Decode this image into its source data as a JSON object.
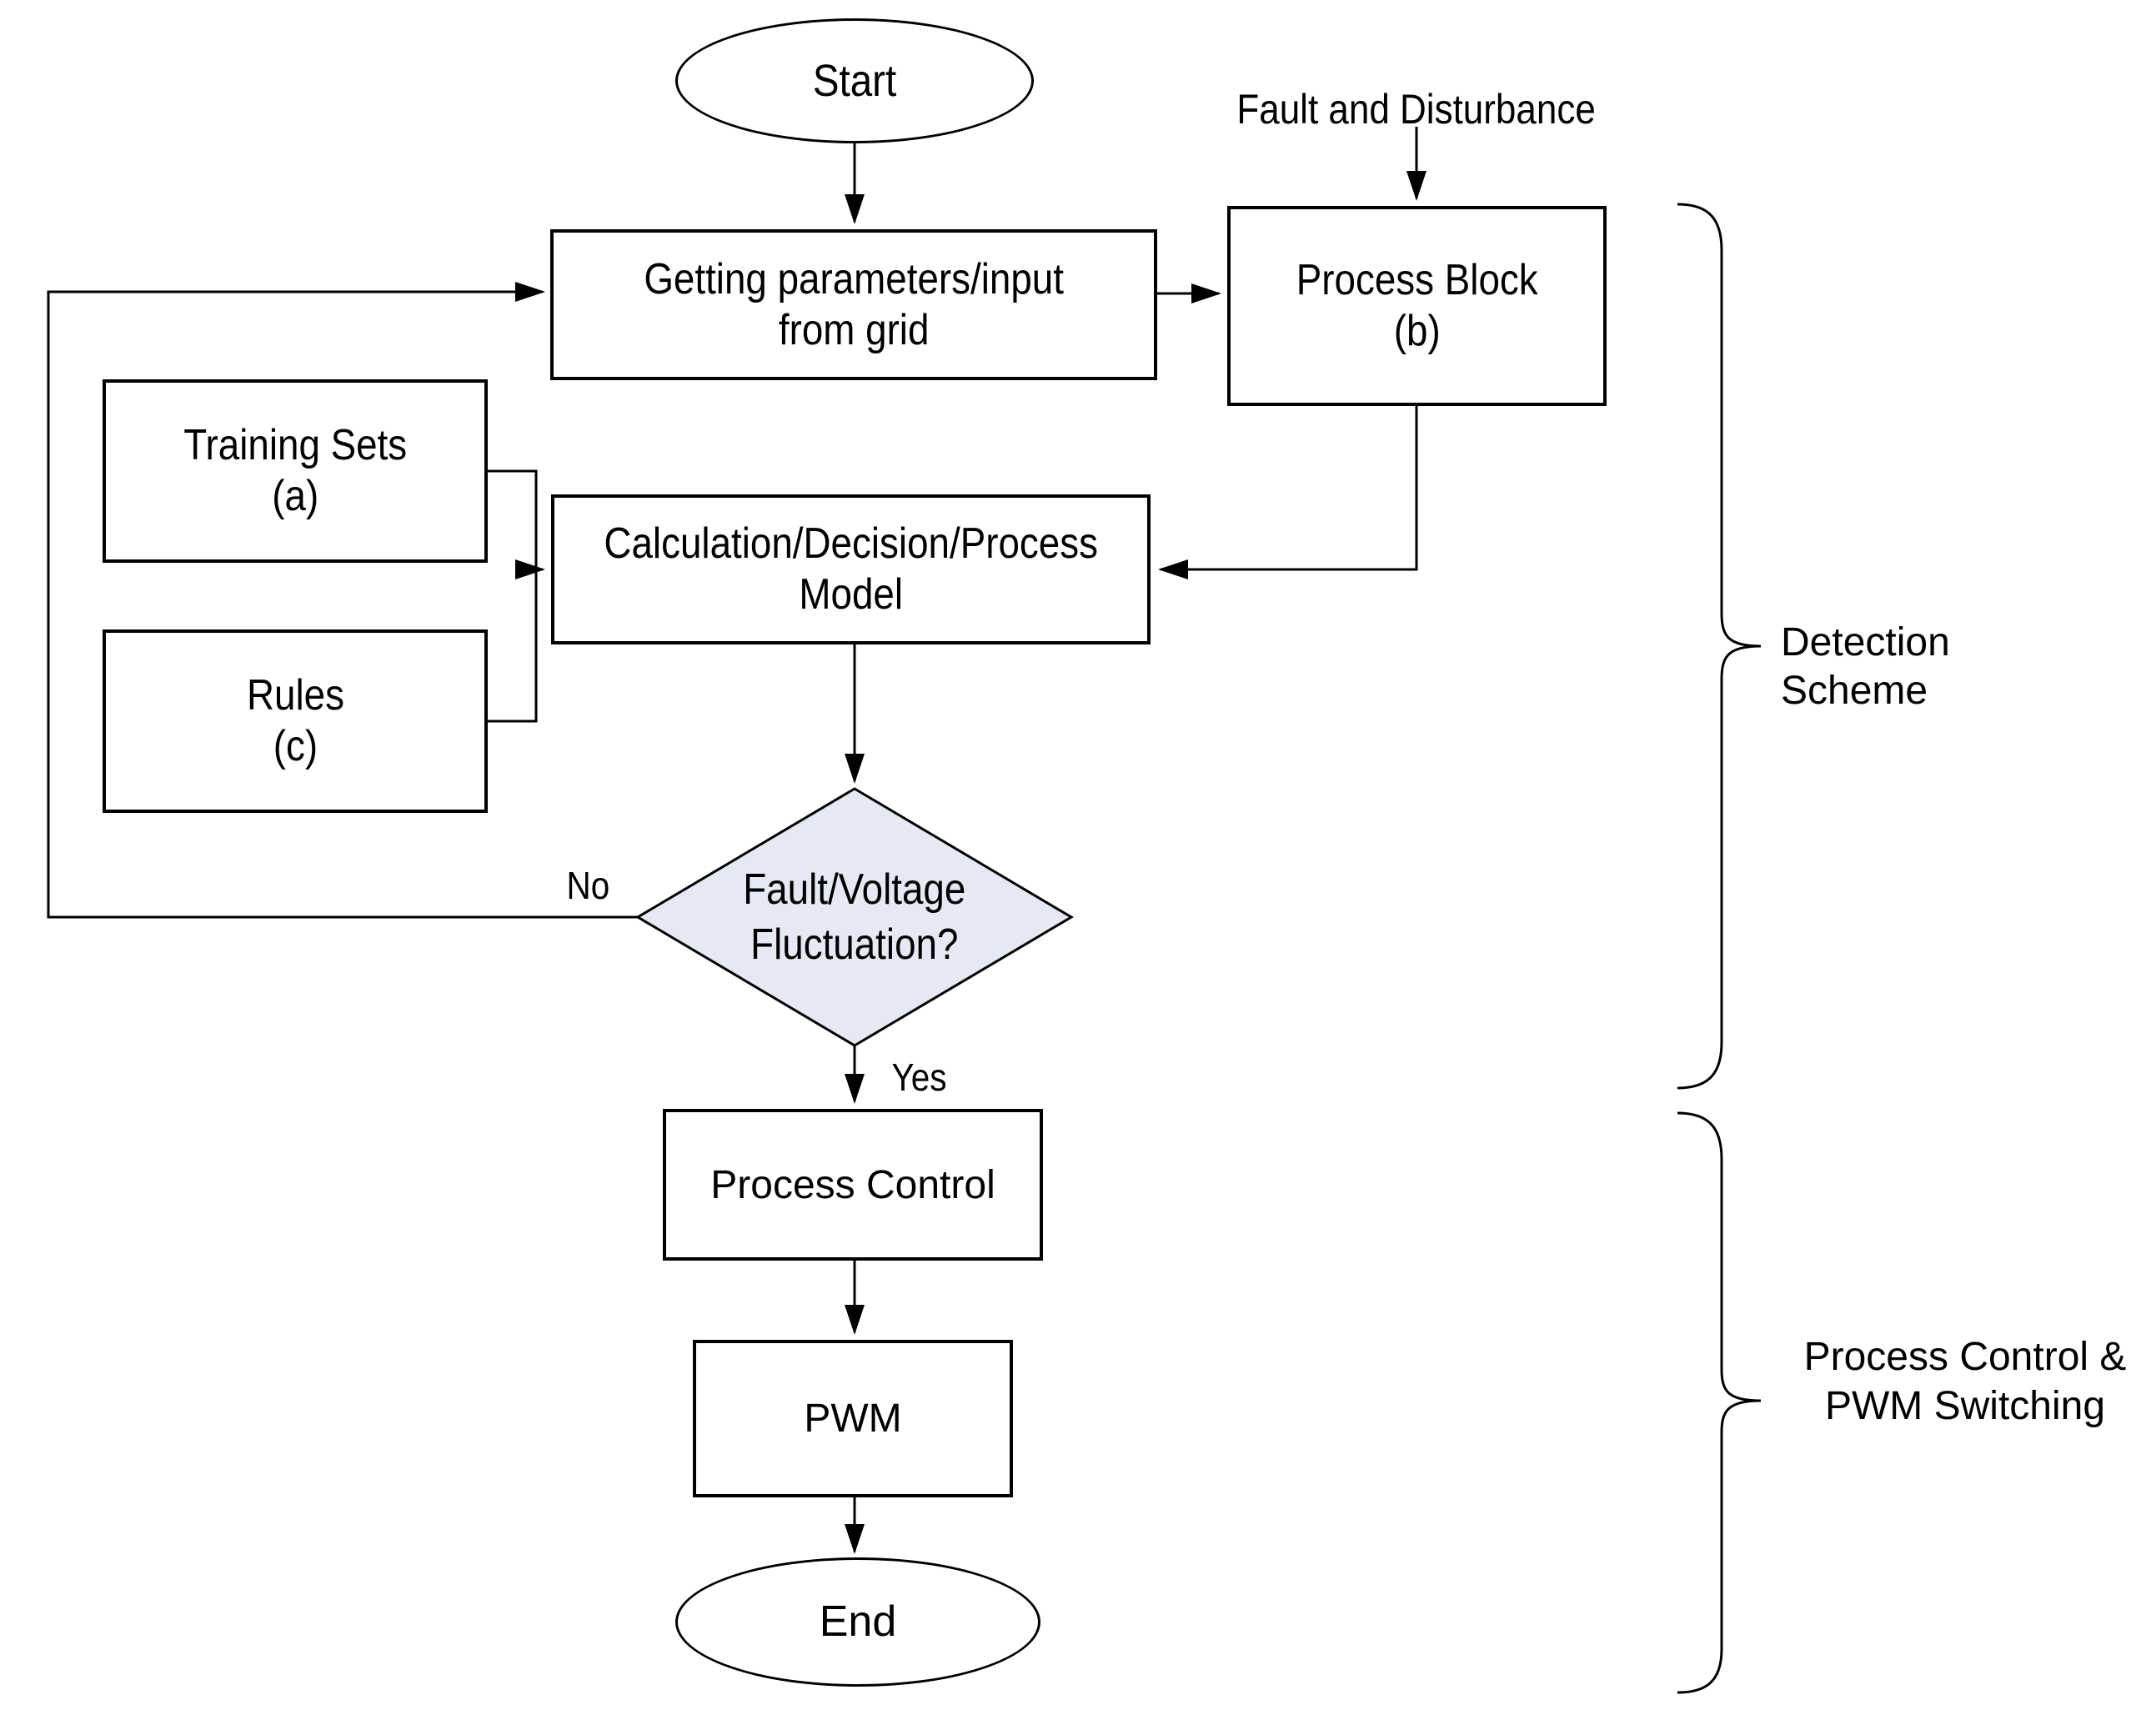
{
  "nodes": {
    "start": {
      "label": "Start"
    },
    "getting": {
      "line1": "Getting parameters/input",
      "line2": "from grid"
    },
    "fault_note": {
      "label": "Fault and Disturbance"
    },
    "process_block": {
      "line1": "Process Block",
      "line2": "(b)"
    },
    "training": {
      "line1": "Training Sets",
      "line2": "(a)"
    },
    "rules": {
      "line1": "Rules",
      "line2": "(c)"
    },
    "calc": {
      "line1": "Calculation/Decision/Process",
      "line2": "Model"
    },
    "decision": {
      "line1": "Fault/Voltage",
      "line2": "Fluctuation?"
    },
    "process_control": {
      "label": "Process Control"
    },
    "pwm": {
      "label": "PWM"
    },
    "end": {
      "label": "End"
    }
  },
  "edges": {
    "no_label": "No",
    "yes_label": "Yes"
  },
  "braces": {
    "detection": {
      "line1": "Detection",
      "line2": "Scheme"
    },
    "pc_pwm": {
      "line1": "Process Control &",
      "line2": "PWM Switching"
    }
  },
  "colors": {
    "decision_fill": "#e4e9f3",
    "line": "#000000",
    "background": "#ffffff"
  }
}
